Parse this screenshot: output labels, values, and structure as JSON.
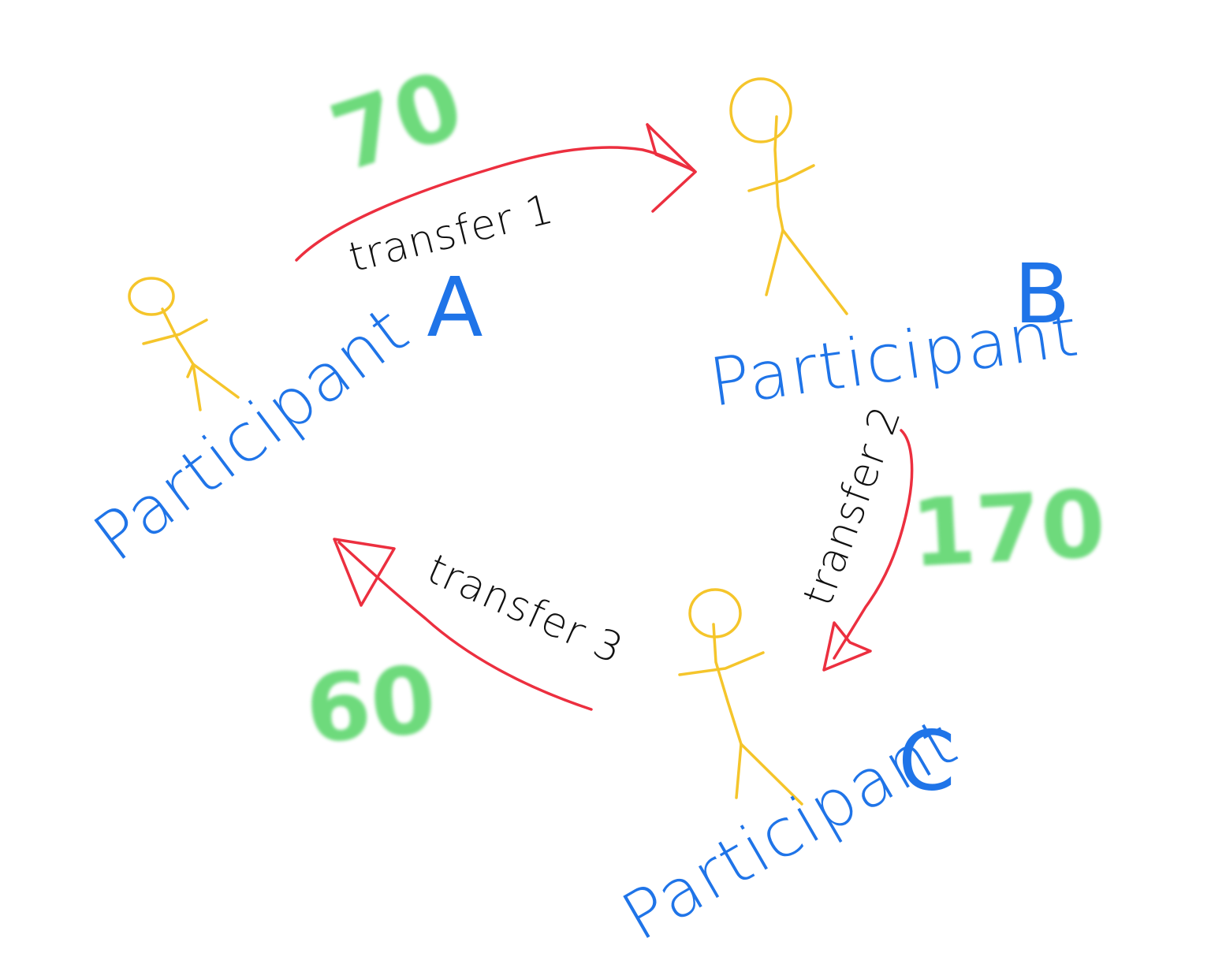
{
  "participants": [
    {
      "id": "a",
      "label": "Participant",
      "letter": "A"
    },
    {
      "id": "b",
      "label": "Participant",
      "letter": "B"
    },
    {
      "id": "c",
      "label": "Participant",
      "letter": "C"
    }
  ],
  "transfers": [
    {
      "id": "1",
      "label": "transfer 1",
      "amount": "70",
      "from": "a",
      "to": "b"
    },
    {
      "id": "2",
      "label": "transfer 2",
      "amount": "170",
      "from": "b",
      "to": "c"
    },
    {
      "id": "3",
      "label": "transfer 3",
      "amount": "60",
      "from": "c",
      "to": "a"
    }
  ],
  "colors": {
    "figure": "#f5c52b",
    "participant_text": "#1f74e8",
    "arrow": "#ec2f3f",
    "transfer_text": "#111111",
    "amount": "#55d466",
    "background": "#ffffff"
  }
}
